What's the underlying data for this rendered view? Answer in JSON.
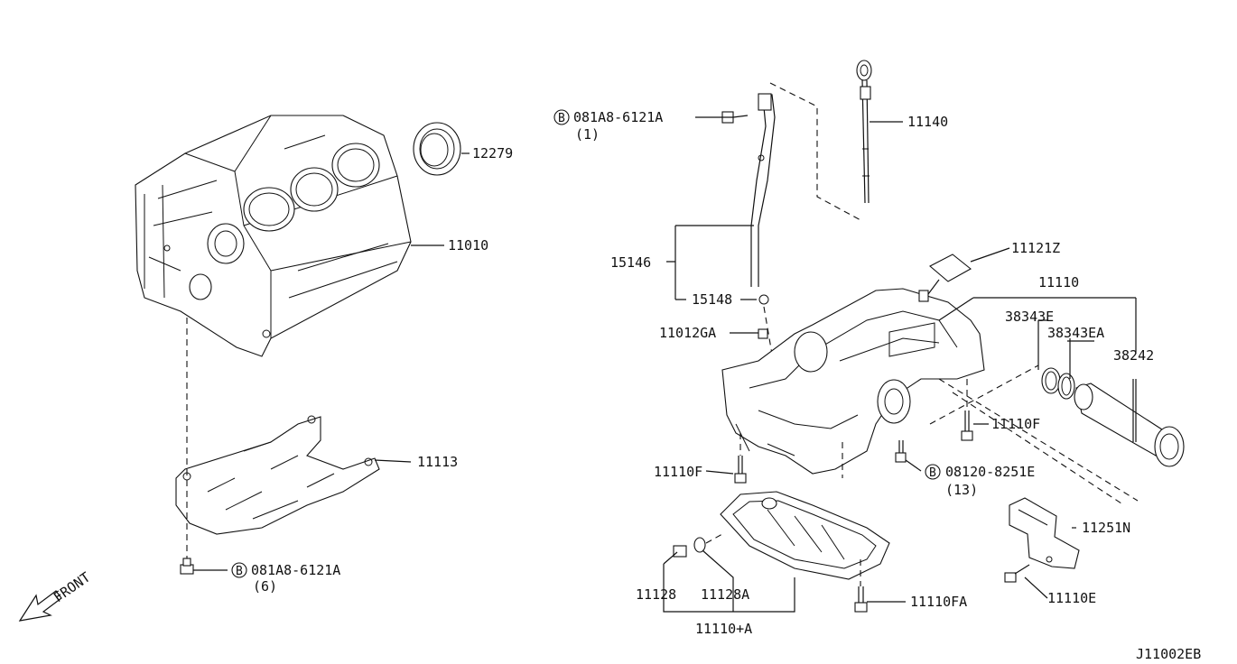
{
  "diagram_id": "J11002EB",
  "front_label": "FRONT",
  "callouts": {
    "block": "11010",
    "seal": "12279",
    "baffle": "11113",
    "bolt_left_part": "081A8-6121A",
    "bolt_left_qty": "(6)",
    "bolt_top_part": "081A8-6121A",
    "bolt_top_qty": "(1)",
    "dipstick": "11140",
    "guide": "15146",
    "guide_oring": "15148",
    "plug": "11012GA",
    "sensor": "11121Z",
    "pan_assy": "11110",
    "oring_e": "38343E",
    "oring_ea": "38343EA",
    "tube": "38242",
    "bolt_f_right": "11110F",
    "bolt_f_left": "11110F",
    "bolt_mid_part": "08120-8251E",
    "bolt_mid_qty": "(13)",
    "drain_plug": "11128",
    "drain_washer": "11128A",
    "lower_pan": "11110+A",
    "bolt_fa": "11110FA",
    "bracket": "11251N",
    "bolt_e": "11110E"
  },
  "bolt_marker": "B"
}
